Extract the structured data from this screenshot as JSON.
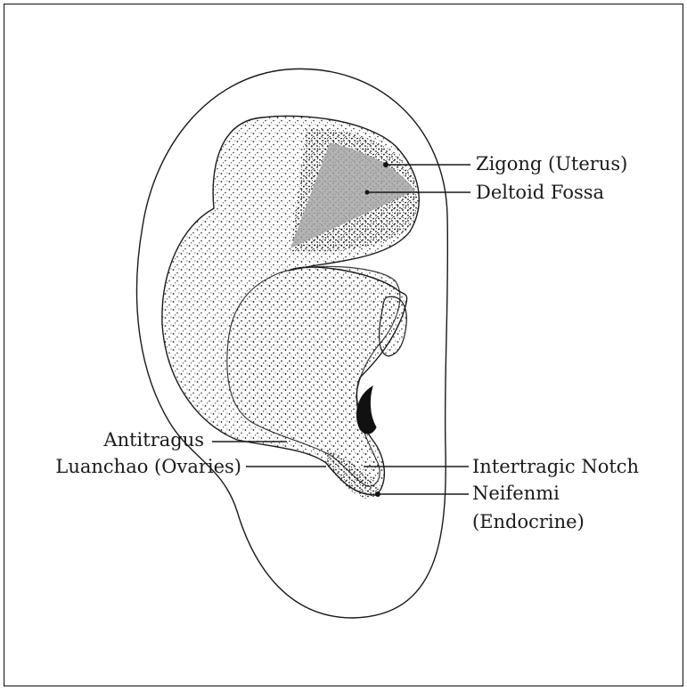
{
  "labels": {
    "zigong": "Zigong (Uterus)",
    "deltoid": "Deltoid Fossa",
    "antitragus": "Antitragus",
    "luanchao": "Luanchao (Ovaries)",
    "intertragic": "Intertragic Notch",
    "neifenmi_1": "Neifenmi",
    "neifenmi_2": "(Endocrine)"
  },
  "colors": {
    "line": "#1a1a1a",
    "shading": "#a8a8a8",
    "background": "#ffffff"
  }
}
